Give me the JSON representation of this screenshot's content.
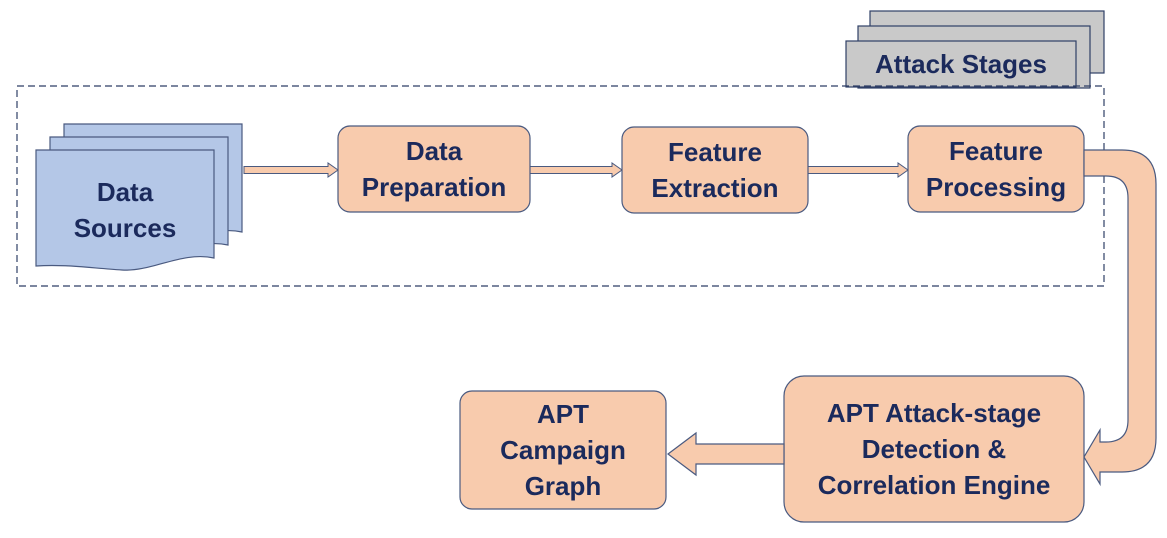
{
  "labels": {
    "attack_stages": "Attack Stages",
    "data_sources": "Data\nSources",
    "data_preparation": "Data\nPreparation",
    "feature_extraction": "Feature\nExtraction",
    "feature_processing": "Feature\nProcessing",
    "detection_engine": "APT Attack-stage\nDetection &\nCorrelation Engine",
    "campaign_graph": "APT\nCampaign\nGraph"
  },
  "colors": {
    "orange_fill": "#f8cbad",
    "box_stroke": "#4a5a80",
    "blue_fill": "#b4c7e7",
    "gray_fill": "#c9c9c9",
    "dash_stroke": "#2f3f66",
    "text": "#1b2a5c"
  }
}
